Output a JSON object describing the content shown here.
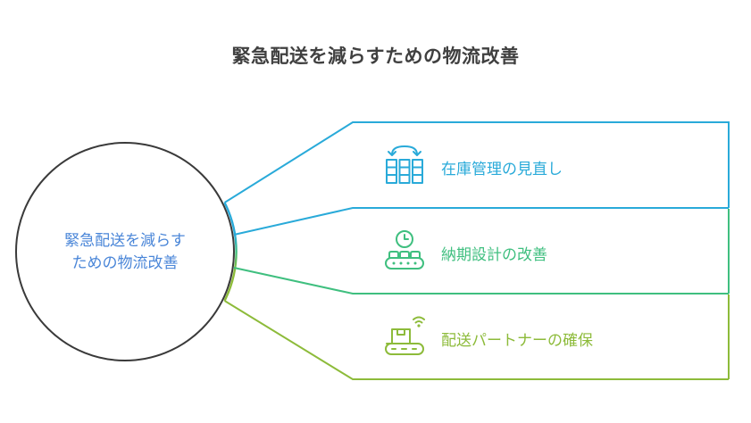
{
  "title": "緊急配送を減らすための物流改善",
  "center": {
    "line1": "緊急配送を減らす",
    "line2": "ための物流改善"
  },
  "items": [
    {
      "label": "在庫管理の見直し",
      "icon": "inventory-shelves-swap-icon",
      "color": "#29aad9"
    },
    {
      "label": "納期設計の改善",
      "icon": "clock-conveyor-icon",
      "color": "#3fbf7f"
    },
    {
      "label": "配送パートナーの確保",
      "icon": "wireless-conveyor-box-icon",
      "color": "#8dbb3a"
    }
  ],
  "colors": {
    "title": "#404040",
    "center_text": "#4a86d8",
    "circle_stroke": "#3a3a3a"
  }
}
